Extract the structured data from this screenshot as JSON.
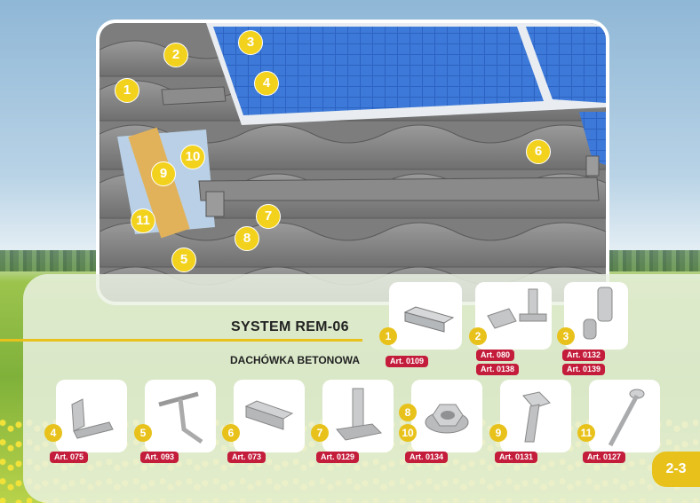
{
  "system": {
    "title": "SYSTEM REM-06",
    "subtitle": "DACHÓWKA BETONOWA"
  },
  "page_number": "2-3",
  "callouts": [
    "1",
    "2",
    "3",
    "4",
    "5",
    "6",
    "7",
    "8",
    "9",
    "10",
    "11"
  ],
  "parts": [
    {
      "badge": "1",
      "arts": [
        "Art. 0109"
      ],
      "icon": "rail-profile-icon"
    },
    {
      "badge": "2",
      "arts": [
        "Art. 080",
        "Art. 0138"
      ],
      "icon": "t-bolt-icon"
    },
    {
      "badge": "3",
      "arts": [
        "Art. 0132",
        "Art. 0139"
      ],
      "icon": "hex-socket-screw-icon"
    },
    {
      "badge": "4",
      "arts": [
        "Art. 075"
      ],
      "icon": "end-clamp-icon"
    },
    {
      "badge": "5",
      "arts": [
        "Art. 093"
      ],
      "icon": "roof-hook-icon"
    },
    {
      "badge": "6",
      "arts": [
        "Art. 073"
      ],
      "icon": "middle-clamp-icon"
    },
    {
      "badge": "7",
      "arts": [
        "Art. 0129"
      ],
      "icon": "hammer-head-bolt-icon"
    },
    {
      "badge_top": "8",
      "badge": "10",
      "arts": [
        "Art. 0134"
      ],
      "icon": "flange-nut-icon"
    },
    {
      "badge": "9",
      "arts": [
        "Art. 0131"
      ],
      "icon": "hex-bolt-icon"
    },
    {
      "badge": "11",
      "arts": [
        "Art. 0127"
      ],
      "icon": "wood-screw-icon"
    }
  ],
  "colors": {
    "accent": "#e8c21b",
    "label": "#c41c3b"
  }
}
